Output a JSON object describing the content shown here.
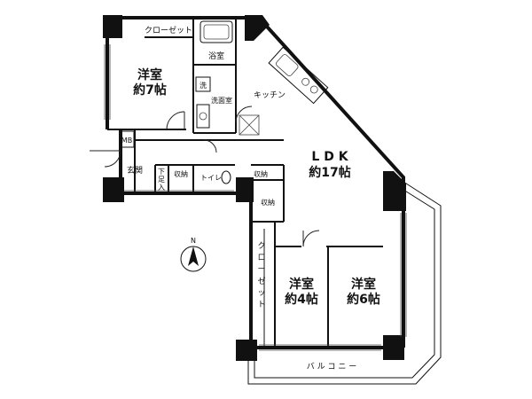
{
  "rooms": {
    "western_room_7": {
      "name": "洋室",
      "size": "約7帖"
    },
    "closet_top": "クローゼット",
    "bathroom": "浴室",
    "wash_symbol": "洗",
    "washroom": "洗面室",
    "kitchen": "キッチン",
    "ldk": {
      "name": "L D K",
      "size": "約17帖"
    },
    "mb": "MB",
    "entrance": "玄関",
    "shoe_storage": [
      "下",
      "足",
      "入"
    ],
    "storage_1": "収納",
    "toilet": "トイレ",
    "storage_2": "収納",
    "storage_3": "収納",
    "closet_side": [
      "ク",
      "ロ",
      "ー",
      "ゼ",
      "ッ",
      "ト"
    ],
    "western_room_4": {
      "name": "洋室",
      "size": "約4帖"
    },
    "western_room_6": {
      "name": "洋室",
      "size": "約6帖"
    },
    "balcony": "バ ル コ ニ ー"
  },
  "compass": {
    "label": "N",
    "icon": "north-arrow-icon"
  }
}
